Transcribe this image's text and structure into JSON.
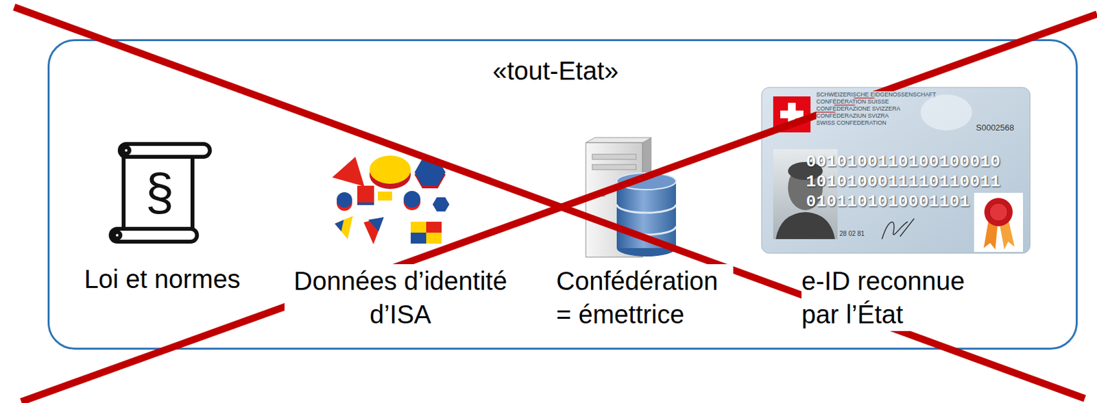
{
  "diagram": {
    "nodes": [
      {
        "text": [
          "«tout-Etat»"
        ]
      }
    ],
    "labels": [
      "SCHWEIZERISCHE EIDGENOSSENSCHAFT",
      "CONFÉDÉRATION SUISSE",
      "CONFEDERAZIONE SVIZZERA",
      "CONFEDERAZIUN SVIZRA",
      "SWISS CONFEDERATION",
      "S0002568",
      "§",
      "0010100110100100010",
      "1010100011110110011",
      "0101101010001101",
      "28 02 81",
      "Loi et normes",
      "Données d’identité d’ISA",
      "Confédération = émettrice",
      "e-ID reconnue par l’État"
    ]
  }
}
